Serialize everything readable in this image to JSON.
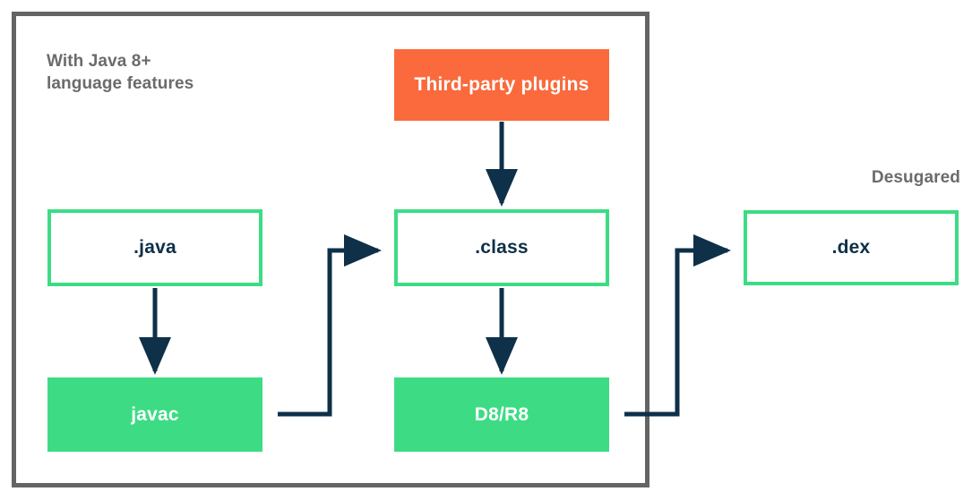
{
  "diagram": {
    "title_labels": {
      "group_caption": "With Java 8+\nlanguage features",
      "desugared_caption": "Desugared"
    },
    "colors": {
      "green": "#3ddc84",
      "orange": "#fa6a3c",
      "navy_text": "#0e3048",
      "grey_frame": "#646464",
      "grey_text": "#6b6b6b",
      "white": "#ffffff"
    },
    "nodes": [
      {
        "id": "plugins",
        "label": "Third-party plugins",
        "style": "filled-orange"
      },
      {
        "id": "java",
        "label": ".java",
        "style": "outline"
      },
      {
        "id": "javac",
        "label": "javac",
        "style": "filled-green"
      },
      {
        "id": "class",
        "label": ".class",
        "style": "outline"
      },
      {
        "id": "d8r8",
        "label": "D8/R8",
        "style": "filled-green"
      },
      {
        "id": "dex",
        "label": ".dex",
        "style": "outline"
      }
    ],
    "edges": [
      {
        "from": "plugins",
        "to": "class",
        "shape": "straight-down"
      },
      {
        "from": "java",
        "to": "javac",
        "shape": "straight-down"
      },
      {
        "from": "javac",
        "to": "class",
        "shape": "elbow-right-up-right"
      },
      {
        "from": "class",
        "to": "d8r8",
        "shape": "straight-down"
      },
      {
        "from": "d8r8",
        "to": "dex",
        "shape": "elbow-right-up-right"
      }
    ]
  }
}
